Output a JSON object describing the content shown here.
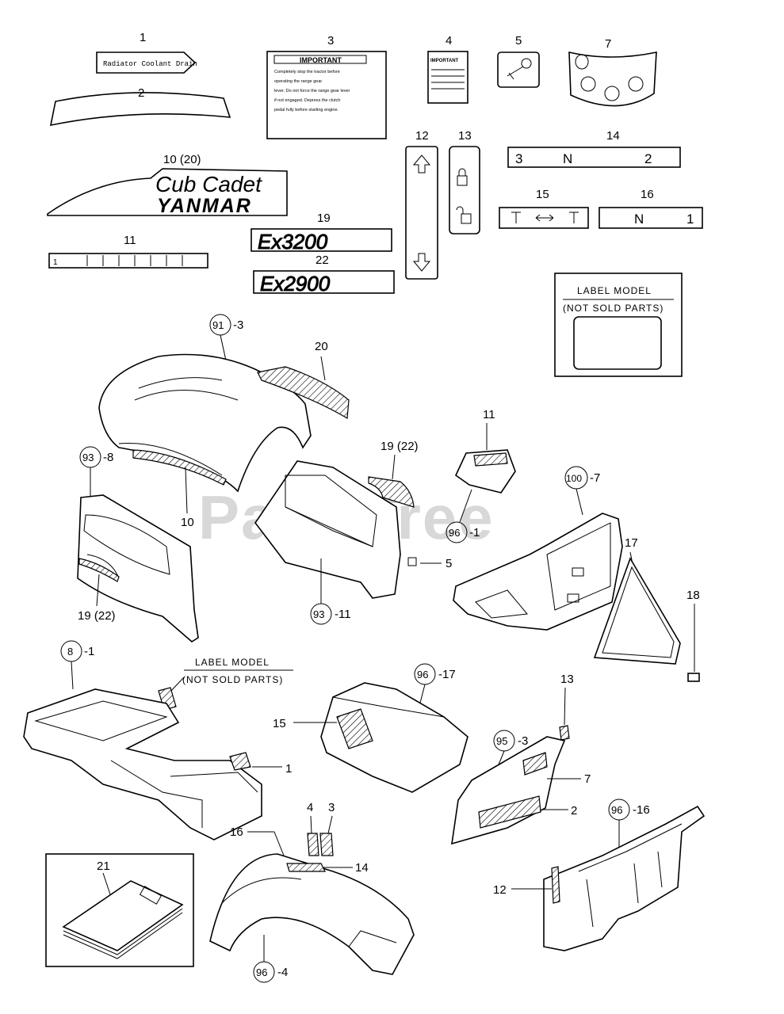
{
  "watermark": "PartsTree",
  "callouts": {
    "c1": "1",
    "c2": "2",
    "c3": "3",
    "c4": "4",
    "c5": "5",
    "c7": "7",
    "c10_20": "10 (20)",
    "c11": "11",
    "c12": "12",
    "c13": "13",
    "c14": "14",
    "c15": "15",
    "c16": "16",
    "c19": "19",
    "c22": "22",
    "c20": "20",
    "c10": "10",
    "c19_22a": "19 (22)",
    "c19_22b": "19 (22)",
    "c11b": "11",
    "c5b": "5",
    "c17": "17",
    "c18": "18",
    "c1b": "1",
    "c15b": "15",
    "c13b": "13",
    "c7b": "7",
    "c2b": "2",
    "c4b": "4",
    "c3b": "3",
    "c16b": "16",
    "c14b": "14",
    "c21": "21",
    "c12b": "12"
  },
  "circled": {
    "r91": {
      "num": "91",
      "suffix": "-3"
    },
    "r93a": {
      "num": "93",
      "suffix": "-8"
    },
    "r96a": {
      "num": "96",
      "suffix": "-1"
    },
    "r100": {
      "num": "100",
      "suffix": "-7"
    },
    "r93b": {
      "num": "93",
      "suffix": "-11"
    },
    "r8": {
      "num": "8",
      "suffix": "-1"
    },
    "r96b": {
      "num": "96",
      "suffix": "-17"
    },
    "r95": {
      "num": "95",
      "suffix": "-3"
    },
    "r96c": {
      "num": "96",
      "suffix": "-16"
    },
    "r96d": {
      "num": "96",
      "suffix": "-4"
    }
  },
  "decals": {
    "radiator": "Radiator Coolant Drain",
    "important": "IMPORTANT",
    "important_lines": [
      "Completely stop the tractor before",
      "operating the range gear",
      "lever. Do not force the range gear lever",
      "if not engaged. Depress the clutch",
      "pedal fully before starting engine."
    ],
    "cub_cadet": "Cub Cadet",
    "yanmar": "YANMAR",
    "ex3200": "Ex3200",
    "ex2900": "Ex2900",
    "gear_14": [
      "3",
      "N",
      "2"
    ],
    "gear_16": [
      "N",
      "1"
    ],
    "label_model_box": [
      "LABEL MODEL",
      "(NOT SOLD PARTS)"
    ],
    "label_model_frame": [
      "LABEL MODEL",
      "(NOT SOLD PARTS)"
    ],
    "ruler_start": "1"
  }
}
